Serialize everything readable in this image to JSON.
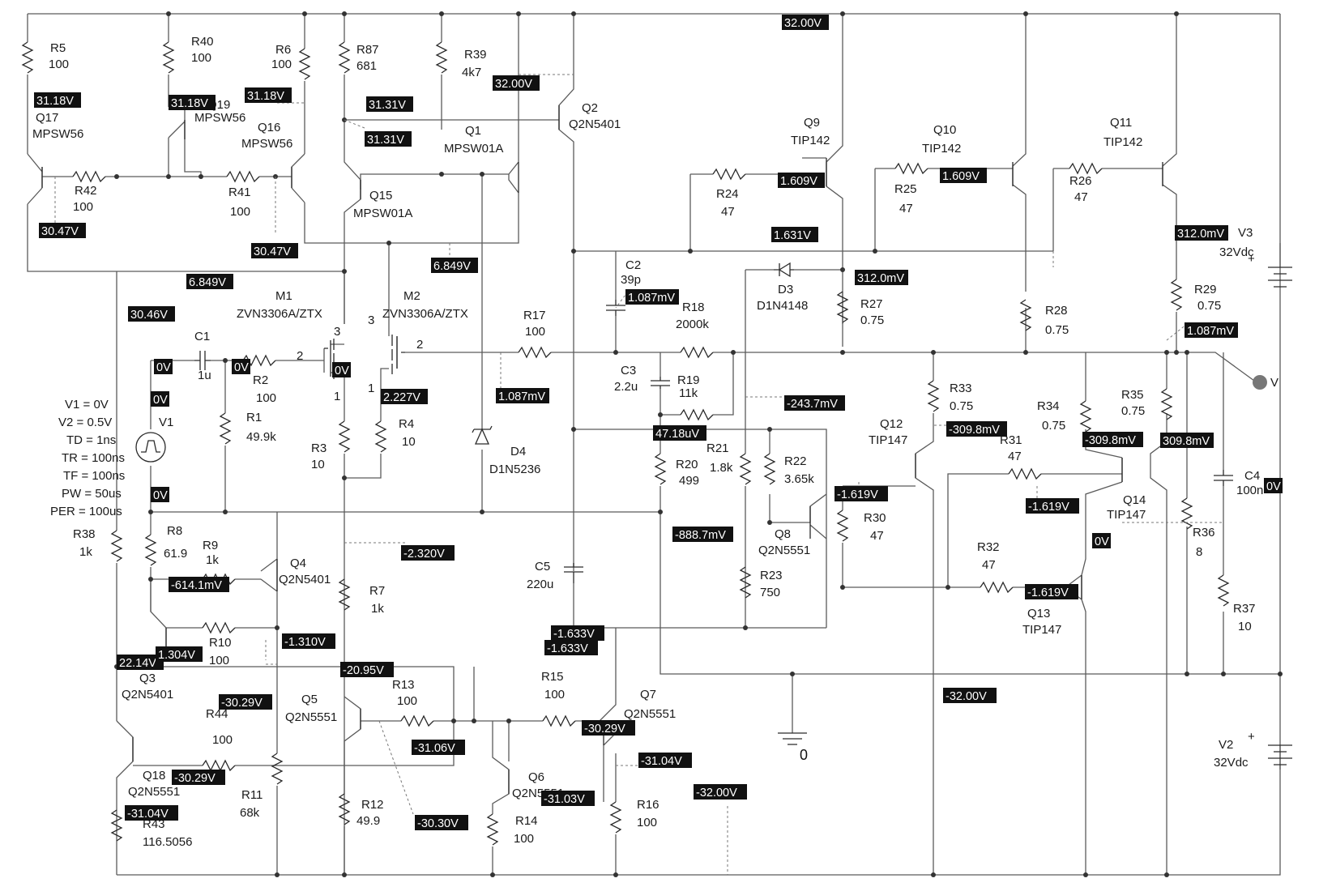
{
  "components": [
    {
      "ref": "R5",
      "value": "100"
    },
    {
      "ref": "R40",
      "value": "100"
    },
    {
      "ref": "R6",
      "value": "100"
    },
    {
      "ref": "R87",
      "value": "681"
    },
    {
      "ref": "R39",
      "value": "4k7"
    },
    {
      "ref": "Q2",
      "value": "Q2N5401"
    },
    {
      "ref": "Q17",
      "value": "MPSW56"
    },
    {
      "ref": "Q19",
      "value": "MPSW56"
    },
    {
      "ref": "Q16",
      "value": "MPSW56"
    },
    {
      "ref": "Q1",
      "value": "MPSW01A"
    },
    {
      "ref": "Q15",
      "value": "MPSW01A"
    },
    {
      "ref": "R42",
      "value": "100"
    },
    {
      "ref": "R41",
      "value": "100"
    },
    {
      "ref": "Q9",
      "value": "TIP142"
    },
    {
      "ref": "Q10",
      "value": "TIP142"
    },
    {
      "ref": "Q11",
      "value": "TIP142"
    },
    {
      "ref": "R24",
      "value": "47"
    },
    {
      "ref": "R25",
      "value": "47"
    },
    {
      "ref": "R26",
      "value": "47"
    },
    {
      "ref": "V3",
      "value": "32Vdc"
    },
    {
      "ref": "M1",
      "value": "ZVN3306A/ZTX"
    },
    {
      "ref": "M2",
      "value": "ZVN3306A/ZTX"
    },
    {
      "ref": "C2",
      "value": "39p"
    },
    {
      "ref": "R18",
      "value": "2000k"
    },
    {
      "ref": "D3",
      "value": "D1N4148"
    },
    {
      "ref": "R27",
      "value": "0.75"
    },
    {
      "ref": "R28",
      "value": "0.75"
    },
    {
      "ref": "R29",
      "value": "0.75"
    },
    {
      "ref": "C1",
      "value": "1u"
    },
    {
      "ref": "R2",
      "value": "100"
    },
    {
      "ref": "R17",
      "value": "100"
    },
    {
      "ref": "C3",
      "value": "2.2u"
    },
    {
      "ref": "R19",
      "value": "11k"
    },
    {
      "ref": "R33",
      "value": "0.75"
    },
    {
      "ref": "R34",
      "value": "0.75"
    },
    {
      "ref": "R35",
      "value": "0.75"
    },
    {
      "ref": "V1",
      "value": ""
    },
    {
      "ref": "R1",
      "value": "49.9k"
    },
    {
      "ref": "R3",
      "value": "10"
    },
    {
      "ref": "R4",
      "value": "10"
    },
    {
      "ref": "D4",
      "value": "D1N5236"
    },
    {
      "ref": "R20",
      "value": "499"
    },
    {
      "ref": "R21",
      "value": "1.8k"
    },
    {
      "ref": "R22",
      "value": "3.65k"
    },
    {
      "ref": "Q12",
      "value": "TIP147"
    },
    {
      "ref": "R31",
      "value": "47"
    },
    {
      "ref": "Q14",
      "value": "TIP147"
    },
    {
      "ref": "C4",
      "value": "100n"
    },
    {
      "ref": "R30",
      "value": "47"
    },
    {
      "ref": "R36",
      "value": "8"
    },
    {
      "ref": "R38",
      "value": "1k"
    },
    {
      "ref": "R8",
      "value": "61.9"
    },
    {
      "ref": "R9",
      "value": "1k"
    },
    {
      "ref": "Q4",
      "value": "Q2N5401"
    },
    {
      "ref": "Q8",
      "value": "Q2N5551"
    },
    {
      "ref": "R23",
      "value": "750"
    },
    {
      "ref": "C5",
      "value": "220u"
    },
    {
      "ref": "R7",
      "value": "1k"
    },
    {
      "ref": "R32",
      "value": "47"
    },
    {
      "ref": "Q13",
      "value": "TIP147"
    },
    {
      "ref": "R37",
      "value": "10"
    },
    {
      "ref": "R10",
      "value": "100"
    },
    {
      "ref": "Q3",
      "value": "Q2N5401"
    },
    {
      "ref": "R13",
      "value": "100"
    },
    {
      "ref": "R15",
      "value": "100"
    },
    {
      "ref": "Q7",
      "value": "Q2N5551"
    },
    {
      "ref": "Q5",
      "value": "Q2N5551"
    },
    {
      "ref": "R44",
      "value": "100"
    },
    {
      "ref": "Q18",
      "value": "Q2N5551"
    },
    {
      "ref": "Q6",
      "value": "Q2N5551"
    },
    {
      "ref": "R11",
      "value": "68k"
    },
    {
      "ref": "R12",
      "value": "49.9"
    },
    {
      "ref": "R14",
      "value": "100"
    },
    {
      "ref": "R16",
      "value": "100"
    },
    {
      "ref": "R43",
      "value": "116.5056"
    },
    {
      "ref": "V2",
      "value": "32Vdc"
    }
  ],
  "source_params": [
    "V1 = 0V",
    "V2 = 0.5V",
    "TD = 1ns",
    "TR = 100ns",
    "TF = 100ns",
    "PW = 50us",
    "PER = 100us"
  ],
  "pin_numbers": [
    "3",
    "2",
    "1",
    "3",
    "2",
    "1"
  ],
  "voltage_markers": [
    "32.00V",
    "31.18V",
    "31.18V",
    "31.18V",
    "31.31V",
    "32.00V",
    "31.31V",
    "30.47V",
    "30.47V",
    "1.609V",
    "1.609V",
    "1.631V",
    "6.849V",
    "6.849V",
    "312.0mV",
    "312.0mV",
    "1.087mV",
    "30.46V",
    "0V",
    "0V",
    "0V",
    "1.087mV",
    "2.227V",
    "1.087mV",
    "-243.7mV",
    "47.18uV",
    "-309.8mV",
    "-309.8mV",
    "309.8mV",
    "0V",
    "0V",
    "-1.619V",
    "-1.619V",
    "-888.7mV",
    "-2.320V",
    "0V",
    "-614.1mV",
    "-1.619V",
    "-1.633V",
    "-1.633V",
    "22.14V",
    "1.304V",
    "-1.310V",
    "-20.95V",
    "0V",
    "-30.29V",
    "-32.00V",
    "-31.06V",
    "-30.29V",
    "-30.29V",
    "-31.04V",
    "-31.03V",
    "-31.04V",
    "-32.00V",
    "-30.30V"
  ],
  "ground_label": "0",
  "probe_label": "V"
}
